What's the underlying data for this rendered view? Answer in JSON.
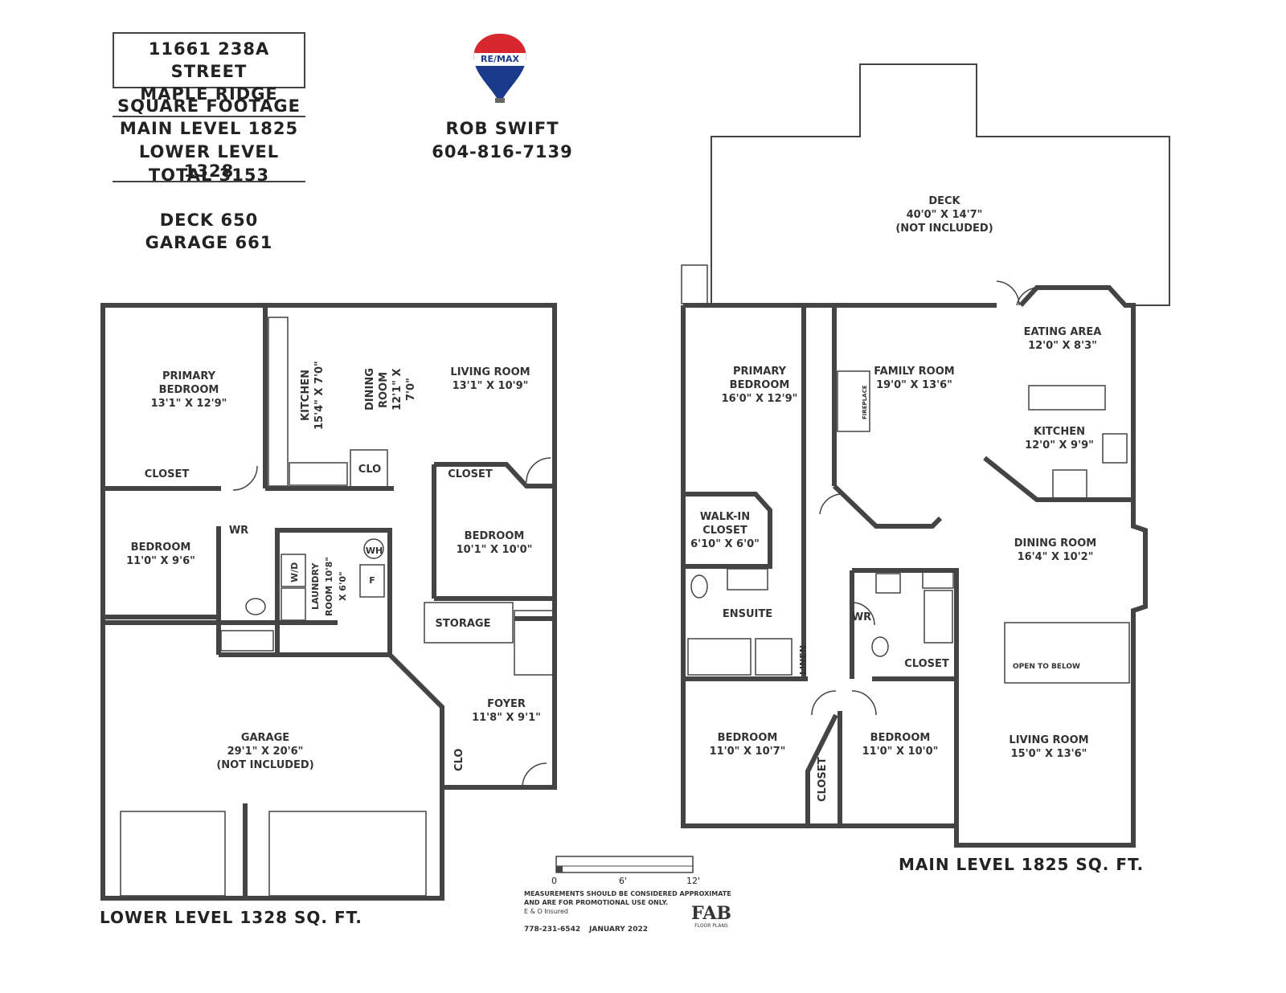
{
  "header": {
    "address_line1": "11661 238A STREET",
    "address_line2": "MAPLE RIDGE",
    "sqft_title": "SQUARE FOOTAGE",
    "main_level": "MAIN LEVEL 1825",
    "lower_level": "LOWER LEVEL 1328",
    "total": "TOTAL 3153",
    "deck": "DECK 650",
    "garage": "GARAGE 661"
  },
  "agent": {
    "brand": "RE/MAX",
    "name": "ROB SWIFT",
    "phone": "604-816-7139"
  },
  "lower_level": {
    "label": "LOWER LEVEL 1328 SQ. FT.",
    "rooms": [
      {
        "name": "PRIMARY BEDROOM",
        "dim": "13'1\" X 12'9\""
      },
      {
        "name": "KITCHEN",
        "dim": "15'4\" X 7'0\""
      },
      {
        "name": "DINING ROOM",
        "dim": "12'1\" X 7'0\""
      },
      {
        "name": "LIVING ROOM",
        "dim": "13'1\" X 10'9\""
      },
      {
        "name": "CLOSET",
        "dim": ""
      },
      {
        "name": "CLO",
        "dim": ""
      },
      {
        "name": "CLOSET",
        "dim": ""
      },
      {
        "name": "BEDROOM",
        "dim": "11'0\" X 9'6\""
      },
      {
        "name": "WR",
        "dim": ""
      },
      {
        "name": "LAUNDRY ROOM",
        "dim": "10'8\" X 6'0\""
      },
      {
        "name": "WH",
        "dim": ""
      },
      {
        "name": "F",
        "dim": ""
      },
      {
        "name": "W/D",
        "dim": ""
      },
      {
        "name": "BEDROOM",
        "dim": "10'1\" X 10'0\""
      },
      {
        "name": "STORAGE",
        "dim": ""
      },
      {
        "name": "FOYER",
        "dim": "11'8\" X 9'1\""
      },
      {
        "name": "CLO",
        "dim": ""
      },
      {
        "name": "GARAGE",
        "dim": "29'1\" X 20'6\"",
        "note": "(NOT INCLUDED)"
      }
    ]
  },
  "main_level": {
    "label": "MAIN LEVEL 1825 SQ. FT.",
    "rooms": [
      {
        "name": "DECK",
        "dim": "40'0\" X 14'7\"",
        "note": "(NOT INCLUDED)"
      },
      {
        "name": "PRIMARY BEDROOM",
        "dim": "16'0\" X 12'9\""
      },
      {
        "name": "FAMILY ROOM",
        "dim": "19'0\" X 13'6\""
      },
      {
        "name": "FIREPLACE",
        "dim": ""
      },
      {
        "name": "EATING AREA",
        "dim": "12'0\" X 8'3\""
      },
      {
        "name": "KITCHEN",
        "dim": "12'0\" X 9'9\""
      },
      {
        "name": "WALK-IN CLOSET",
        "dim": "6'10\" X 6'0\""
      },
      {
        "name": "ENSUITE",
        "dim": ""
      },
      {
        "name": "LINEN",
        "dim": ""
      },
      {
        "name": "WR",
        "dim": ""
      },
      {
        "name": "CLOSET",
        "dim": ""
      },
      {
        "name": "DINING ROOM",
        "dim": "16'4\" X 10'2\""
      },
      {
        "name": "OPEN TO BELOW",
        "dim": ""
      },
      {
        "name": "BEDROOM",
        "dim": "11'0\" X 10'7\""
      },
      {
        "name": "BEDROOM",
        "dim": "11'0\" X 10'0\""
      },
      {
        "name": "CLOSET",
        "dim": ""
      },
      {
        "name": "LIVING ROOM",
        "dim": "15'0\" X 13'6\""
      }
    ]
  },
  "scale": {
    "ticks": [
      "0",
      "6'",
      "12'"
    ]
  },
  "footer": {
    "disclaimer1": "MEASUREMENTS SHOULD BE CONSIDERED APPROXIMATE",
    "disclaimer2": "AND ARE FOR PROMOTIONAL USE ONLY.",
    "insured": "E & O Insured",
    "phone": "778-231-6542",
    "date": "JANUARY 2022",
    "fab_logo": "FAB",
    "fab_sub": "FLOOR PLANS"
  },
  "colors": {
    "wall": "#444444",
    "remax_red": "#d7282f",
    "remax_blue": "#1b3a8c"
  }
}
